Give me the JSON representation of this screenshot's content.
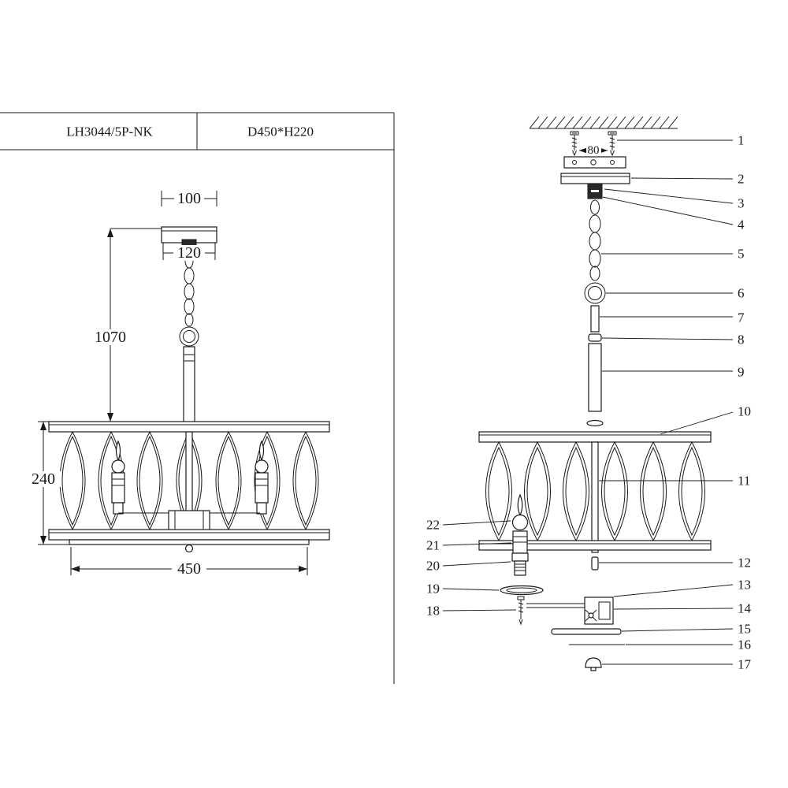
{
  "title_block": {
    "model": "LH3044/5P-NK",
    "size": "D450*H220"
  },
  "dimensions": {
    "screw_spacing": "80",
    "mount_top_width": "100",
    "canopy_width": "120",
    "overall_drop": "1070",
    "shade_height": "240",
    "shade_diameter": "450"
  },
  "parts": {
    "right": [
      "1",
      "2",
      "3",
      "4",
      "5",
      "6",
      "7",
      "8",
      "9",
      "10",
      "11",
      "12",
      "13",
      "14",
      "15",
      "16",
      "17"
    ],
    "left": [
      "22",
      "21",
      "20",
      "19",
      "18"
    ]
  }
}
